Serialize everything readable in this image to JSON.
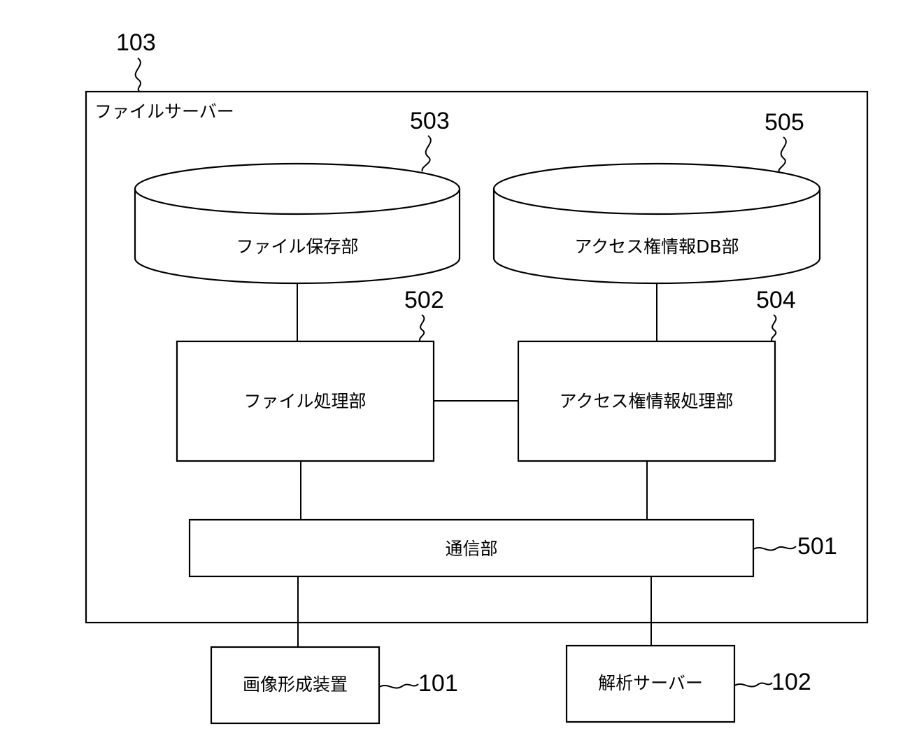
{
  "server": {
    "ref": "103",
    "title": "ファイルサーバー"
  },
  "file_storage": {
    "ref": "503",
    "label": "ファイル保存部"
  },
  "access_db": {
    "ref": "505",
    "label": "アクセス権情報DB部"
  },
  "file_processing": {
    "ref": "502",
    "label": "ファイル処理部"
  },
  "access_processing": {
    "ref": "504",
    "label": "アクセス権情報処理部"
  },
  "communication": {
    "ref": "501",
    "label": "通信部"
  },
  "image_forming": {
    "ref": "101",
    "label": "画像形成装置"
  },
  "analysis_server": {
    "ref": "102",
    "label": "解析サーバー"
  }
}
